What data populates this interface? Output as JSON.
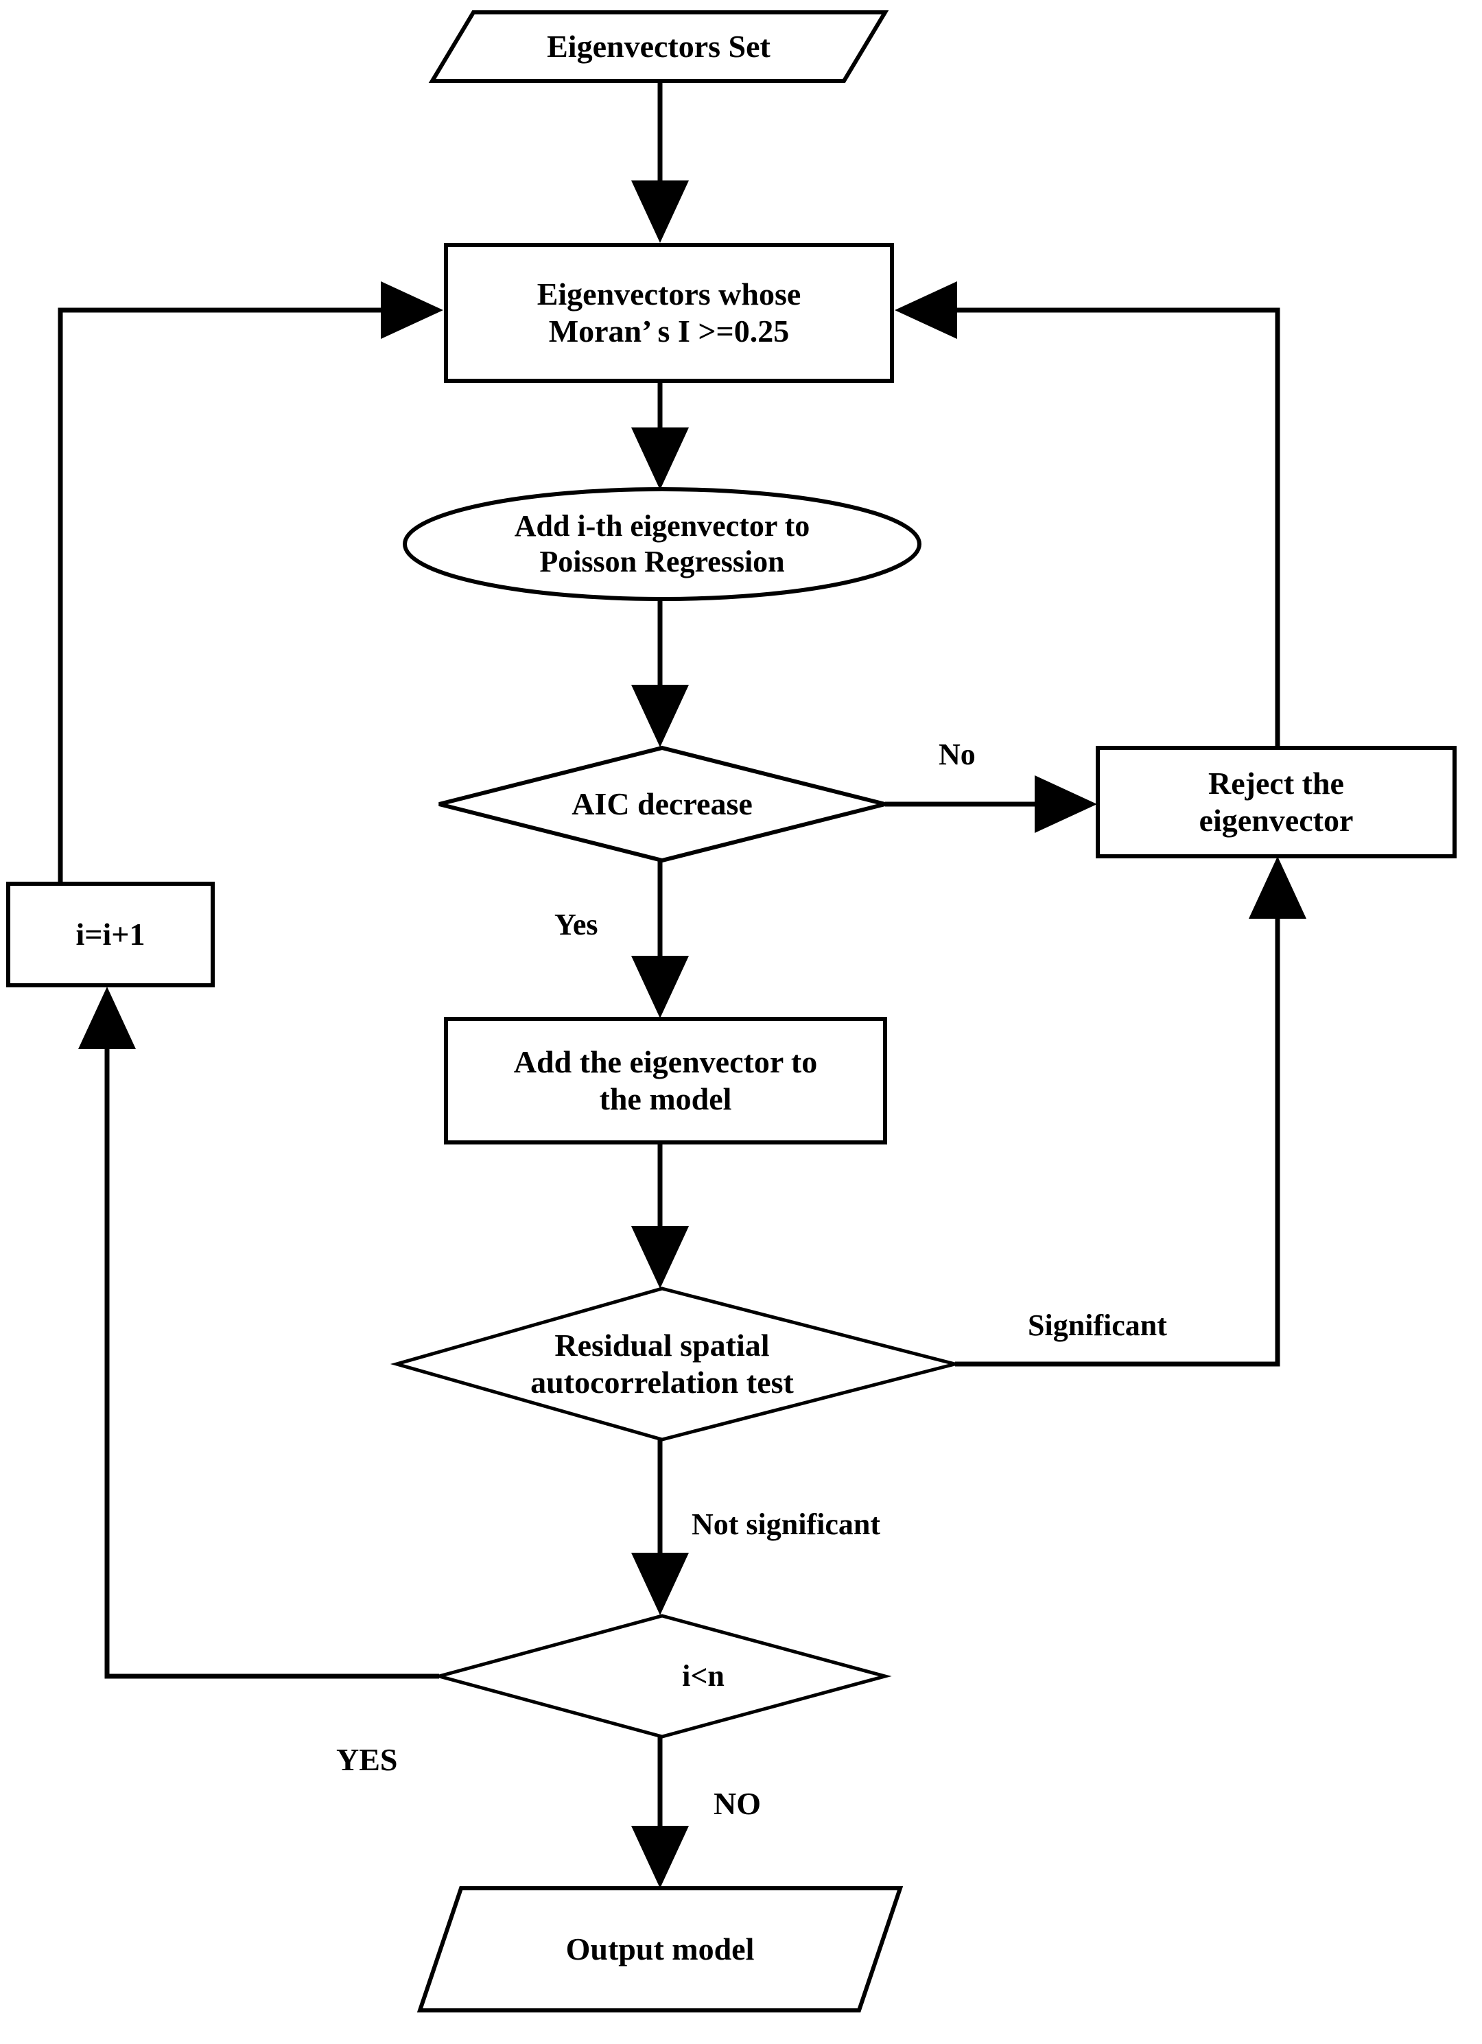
{
  "diagram": {
    "type": "flowchart",
    "title": "Eigenvector spatial filtering Poisson regression selection flowchart",
    "background_color": "#ffffff",
    "stroke_color": "#000000",
    "nodes": [
      {
        "id": "eigenvectors-set",
        "shape": "parallelogram",
        "label": "Eigenvectors Set",
        "font_size": 46
      },
      {
        "id": "moran-filter",
        "shape": "rectangle",
        "label": "Eigenvectors whose\nMoran’  s I >=0.25",
        "font_size": 46
      },
      {
        "id": "add-ith-eigenvector",
        "shape": "ellipse",
        "label": "Add i-th eigenvector to\nPoisson Regression",
        "font_size": 44
      },
      {
        "id": "aic-decrease",
        "shape": "diamond",
        "label": "AIC decrease",
        "font_size": 46
      },
      {
        "id": "reject-eigenvector",
        "shape": "rectangle",
        "label": "Reject the\neigenvector",
        "font_size": 46
      },
      {
        "id": "increment-i",
        "shape": "rectangle",
        "label": "i=i+1",
        "font_size": 46
      },
      {
        "id": "add-eigenvector-model",
        "shape": "rectangle",
        "label": "Add the eigenvector to\nthe model",
        "font_size": 46
      },
      {
        "id": "residual-test",
        "shape": "diamond",
        "label": "Residual spatial\nautocorrelation test",
        "font_size": 46
      },
      {
        "id": "i-lt-n",
        "shape": "diamond",
        "label": "i<n",
        "font_size": 44
      },
      {
        "id": "output-model",
        "shape": "parallelogram",
        "label": "Output model",
        "font_size": 46
      }
    ],
    "edge_labels": [
      {
        "id": "no",
        "text": "No",
        "font_size": 44
      },
      {
        "id": "yes",
        "text": "Yes",
        "font_size": 44
      },
      {
        "id": "significant",
        "text": "Significant",
        "font_size": 44
      },
      {
        "id": "not-significant",
        "text": "Not significant",
        "font_size": 44
      },
      {
        "id": "yes-upper",
        "text": "YES",
        "font_size": 46
      },
      {
        "id": "no-upper",
        "text": "NO",
        "font_size": 46
      }
    ]
  }
}
